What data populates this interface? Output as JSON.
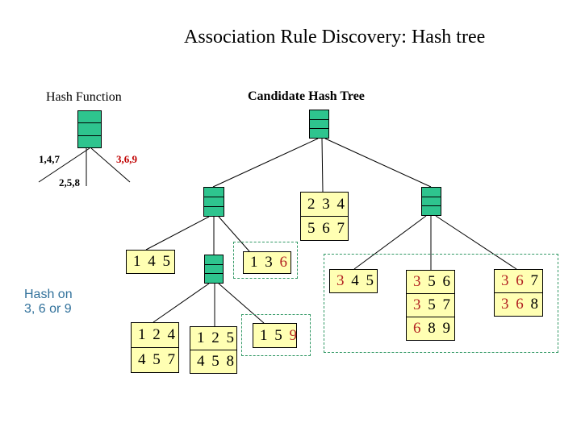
{
  "title": "Association Rule Discovery: Hash tree",
  "colors": {
    "node_green": "#2ec48e",
    "box_yellow": "#ffffb3",
    "digit_red": "#b22222",
    "label_red": "#c00000",
    "dashed_green": "#339966",
    "note_blue": "#31719b"
  },
  "hash_function": {
    "label": "Hash Function",
    "branch_left": "1,4,7",
    "branch_right": "3,6,9",
    "branch_middle": "2,5,8"
  },
  "candidate_tree_label": "Candidate Hash Tree",
  "note": {
    "line1": "Hash on",
    "line2": "3, 6 or 9"
  },
  "leaves": {
    "n234": {
      "rows": [
        [
          {
            "t": "2 3 4"
          }
        ],
        [
          {
            "t": "5 6 7"
          }
        ]
      ]
    },
    "n145": {
      "rows": [
        [
          {
            "t": "1 4 5"
          }
        ]
      ]
    },
    "n136": {
      "rows": [
        [
          {
            "t": "1 3 "
          },
          {
            "t": "6",
            "red": true
          }
        ]
      ]
    },
    "n124": {
      "rows": [
        [
          {
            "t": "1 2 4"
          }
        ],
        [
          {
            "t": "4 5 7"
          }
        ]
      ]
    },
    "n125": {
      "rows": [
        [
          {
            "t": "1 2 5"
          }
        ],
        [
          {
            "t": "4 5 8"
          }
        ]
      ]
    },
    "n159": {
      "rows": [
        [
          {
            "t": "1 5 "
          },
          {
            "t": "9",
            "red": true
          }
        ]
      ]
    },
    "n345": {
      "rows": [
        [
          {
            "t": "3 ",
            "red": true
          },
          {
            "t": "4 5"
          }
        ]
      ]
    },
    "n356": {
      "rows": [
        [
          {
            "t": "3 ",
            "red": true
          },
          {
            "t": "5 6"
          }
        ],
        [
          {
            "t": "3 ",
            "red": true
          },
          {
            "t": "5 7"
          }
        ],
        [
          {
            "t": "6 ",
            "red": true
          },
          {
            "t": "8 9"
          }
        ]
      ]
    },
    "n367": {
      "rows": [
        [
          {
            "t": "3 6 ",
            "red": true
          },
          {
            "t": "7"
          }
        ],
        [
          {
            "t": "3 6 ",
            "red": true
          },
          {
            "t": "8"
          }
        ]
      ]
    }
  }
}
